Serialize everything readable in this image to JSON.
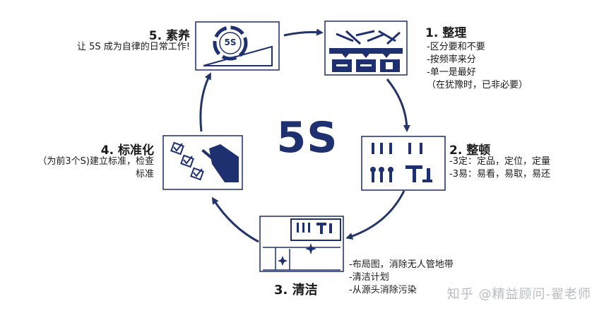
{
  "center_label": "5S",
  "steps": [
    {
      "title": "1.  整理",
      "lines": [
        "-区分要和不要",
        "-按频率来分",
        "-单一是最好",
        "（在犹豫时，已非必要）"
      ]
    },
    {
      "title": "2. 整顿",
      "lines": [
        "-3定：定品，定位，定量",
        "-3易：易看，易取，易还"
      ]
    },
    {
      "title": "3. 清洁",
      "lines": [
        "-布局图，消除无人管地带",
        "-清洁计划",
        "-从源头消除污染"
      ]
    },
    {
      "title": "4. 标准化",
      "lines": [
        "（为前3个S)建立标准，检查",
        "标准"
      ]
    },
    {
      "title": "5. 素养",
      "lines": [
        "让 5S 成为自律的日常工作!"
      ]
    }
  ],
  "icon_badge": "5S",
  "watermark": "知乎 @精益顾问-翟老师",
  "colors": {
    "accent": "#1f3070",
    "arrow": "#233468",
    "text": "#1b1b1b"
  }
}
